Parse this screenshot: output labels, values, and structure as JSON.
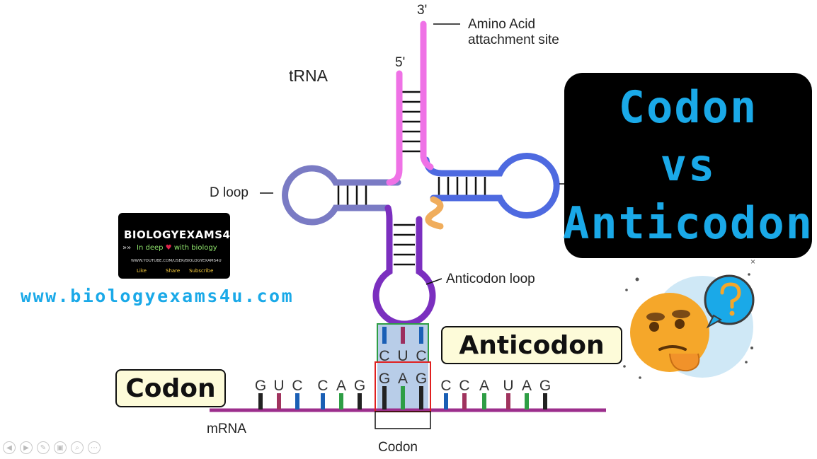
{
  "labels": {
    "three_prime": "3'",
    "five_prime": "5'",
    "amino_acid_line1": "Amino Acid",
    "amino_acid_line2": "attachment site",
    "trna": "tRNA",
    "d_loop": "D loop",
    "anticodon_loop": "Anticodon loop",
    "mrna": "mRNA",
    "codon_bottom": "Codon"
  },
  "anticodon_bases": [
    "C",
    "U",
    "C"
  ],
  "codon_bases": [
    "G",
    "A",
    "G"
  ],
  "mrna_left_bases": [
    "G",
    "U",
    "C",
    "C",
    "A",
    "G"
  ],
  "mrna_right_bases": [
    "C",
    "C",
    "A",
    "U",
    "A",
    "G"
  ],
  "title_box": {
    "line1": "Codon",
    "line2": "vs",
    "line3": "Anticodon"
  },
  "tags": {
    "anticodon": "Anticodon",
    "codon": "Codon"
  },
  "logo": {
    "brand": "BIOLOGYEXAMS4U",
    "tagline_pre": "In deep",
    "tagline_post": "with biology",
    "url": "WWW.YOUTUBE.COM/USER/BIOLOGYEXAMS4U",
    "like": "Like",
    "share": "Share",
    "subscribe": "Subscribe"
  },
  "website": "www.biologyexams4u.com",
  "colors": {
    "acceptor_stem": "#ef72e6",
    "d_arm": "#7a7bc4",
    "t_arm": "#4e6ae0",
    "anticodon_arm": "#7b2fbf",
    "variable_loop": "#f0ad5c",
    "mrna": "#9c2e8c",
    "title_text": "#1aa9e8",
    "anticodon_box": "#2e9e45",
    "codon_box": "#e02020"
  },
  "slide_controls": [
    "prev-icon",
    "next-icon",
    "pen-icon",
    "slides-icon",
    "zoom-icon",
    "more-icon"
  ]
}
